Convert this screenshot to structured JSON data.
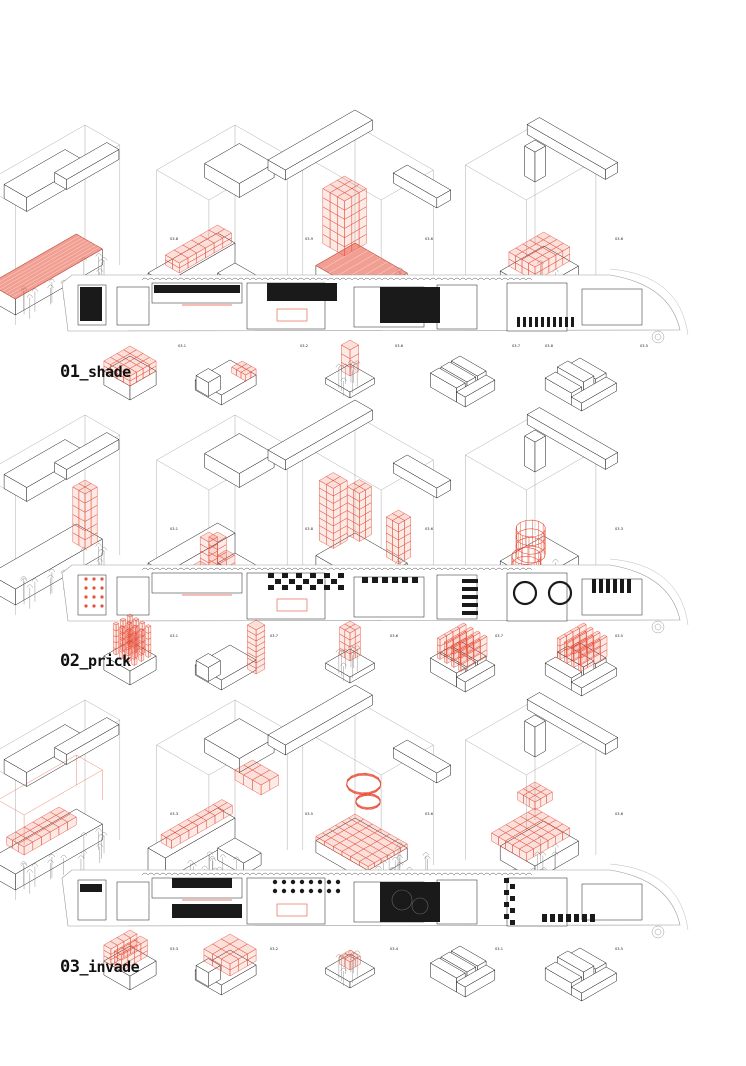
{
  "colors": {
    "accent": "#e8503a",
    "ink": "#1a1a1a",
    "line": "#8a8a8a",
    "paper": "#ffffff"
  },
  "sections": [
    {
      "id": "shade",
      "label_num": "01",
      "label_text": "_shade",
      "top_tags": [
        "03.8",
        "03.9",
        "03.6",
        "03.6"
      ],
      "strip_tags": [
        "03.1",
        "03.2",
        "03.6",
        "03.7",
        "03.8",
        "03.5"
      ],
      "small_tags": []
    },
    {
      "id": "prick",
      "label_num": "02",
      "label_text": "_prick",
      "top_tags": [
        "03.1",
        "03.8",
        "03.6",
        "03.3"
      ],
      "strip_tags": [],
      "small_tags": [
        "03.1",
        "03.7",
        "03.6",
        "03.7",
        "03.5"
      ]
    },
    {
      "id": "invade",
      "label_num": "03",
      "label_text": "_invade",
      "top_tags": [
        "03.3",
        "03.5",
        "03.6",
        "03.6"
      ],
      "strip_tags": [],
      "small_tags": [
        "03.3",
        "03.2",
        "03.4",
        "03.1",
        "03.5"
      ]
    }
  ]
}
